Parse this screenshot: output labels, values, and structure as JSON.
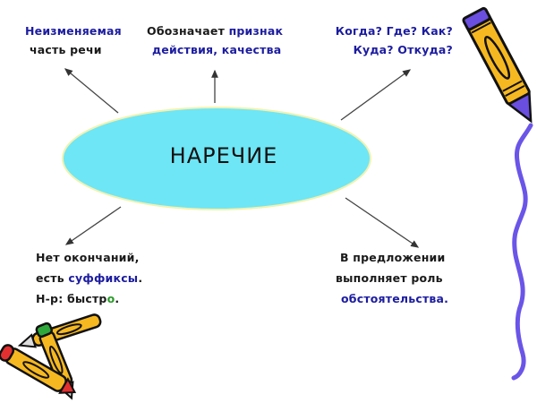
{
  "center": {
    "label": "НАРЕЧИЕ",
    "fill": "#6ee6f5",
    "outline": "#f2f2b0"
  },
  "nodes": {
    "top_left": {
      "line1": "Неизменяемая",
      "line2": "часть речи"
    },
    "top_center": {
      "line1_a": "Обозначает ",
      "line1_b": "признак",
      "line2": "действия, качества"
    },
    "top_right": {
      "line1": "Когда? Где? Как?",
      "line2": "Куда? Откуда?"
    },
    "bottom_left": {
      "line1": "Нет окончаний,",
      "line2_a": "есть ",
      "line2_b": "суффиксы",
      "line2_c": ".",
      "line3_a": "Н-р: быстр",
      "line3_b": "о",
      "line3_c": "."
    },
    "bottom_right": {
      "line1": "В предложении",
      "line2": "выполняет роль",
      "line3": "обстоятельства."
    }
  },
  "colors": {
    "text": "#1a1a1a",
    "accent_blue": "#1c1ca0",
    "accent_green": "#2a9a2a",
    "arrow": "#333333"
  },
  "decorations": [
    "pencil-top-right",
    "squiggle-line",
    "crossed-pencils-bottom-left"
  ]
}
